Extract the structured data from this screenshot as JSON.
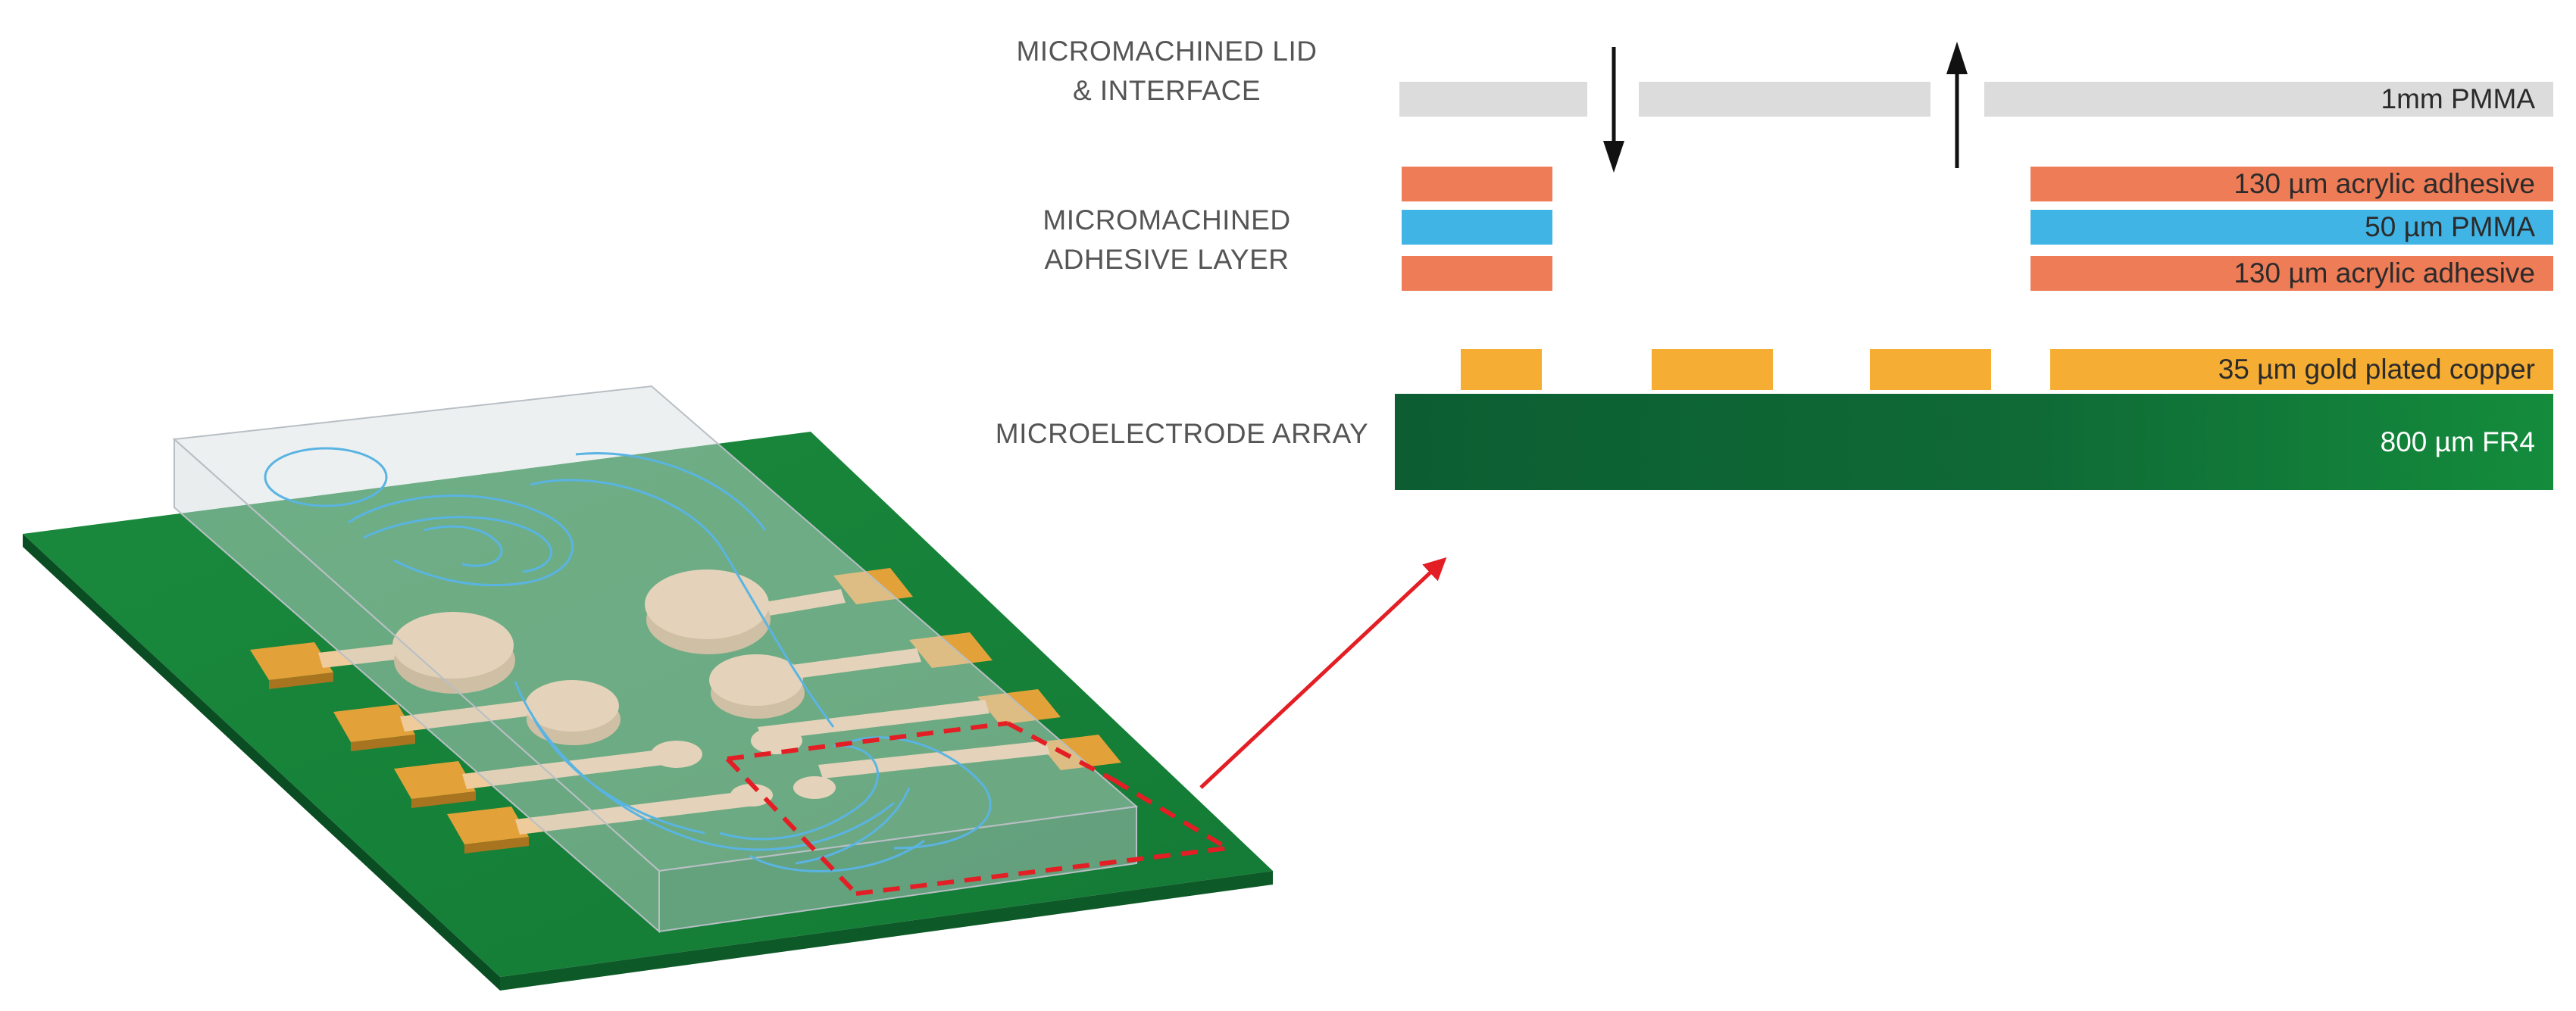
{
  "sections": {
    "lid": {
      "line1": "MICROMACHINED LID",
      "line2": "& INTERFACE"
    },
    "adhesive": {
      "line1": "MICROMACHINED",
      "line2": "ADHESIVE LAYER"
    },
    "electrode": {
      "line1": "MICROELECTRODE ARRAY"
    }
  },
  "layers": {
    "pmma_lid": "1mm PMMA",
    "adhesive_top": "130 µm acrylic adhesive",
    "pmma_mid": "50 µm PMMA",
    "adhesive_bottom": "130 µm acrylic adhesive",
    "copper": "35 µm gold plated copper",
    "fr4": "800 µm FR4"
  },
  "colors": {
    "pmma_lid": "#dcdcdc",
    "adhesive": "#ee7c57",
    "pmma_mid": "#41b4e6",
    "copper": "#f5ad34",
    "fr4_dark": "#0c5e32",
    "fr4_light": "#148c3c",
    "pad": "#e3a239",
    "electrode": "#efcb9c",
    "channel": "#5ab4e2",
    "callout": "#e31e24"
  }
}
